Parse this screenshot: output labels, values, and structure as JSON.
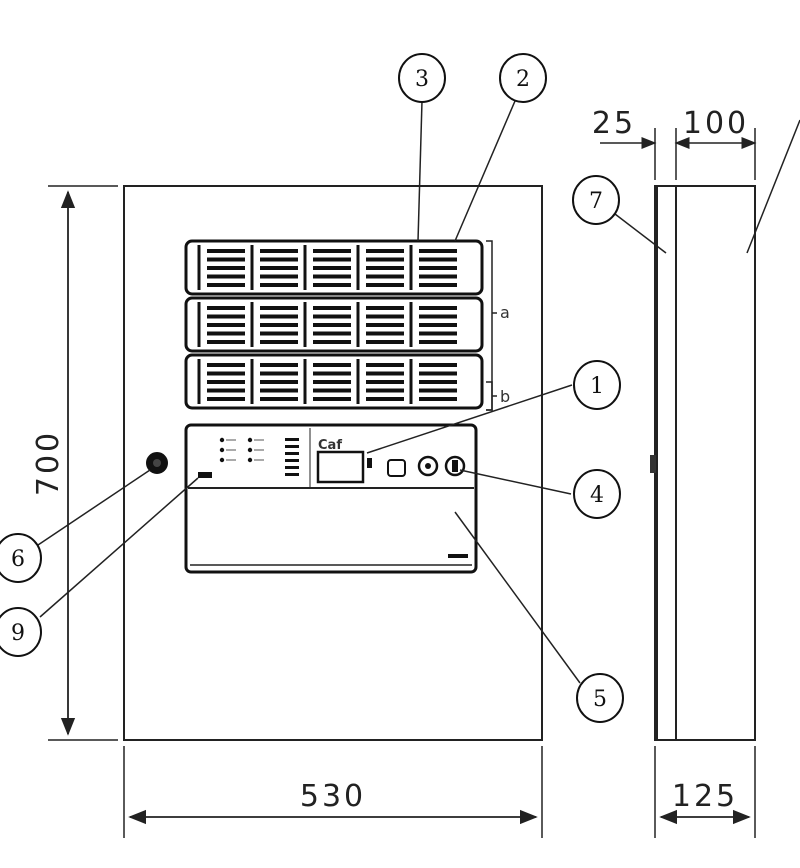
{
  "dimensions": {
    "height": "700",
    "width": "530",
    "depth_front": "25",
    "depth_body": "100",
    "depth_total": "125"
  },
  "callouts": [
    "1",
    "2",
    "3",
    "4",
    "5",
    "6",
    "7",
    "9"
  ],
  "bracket_labels": {
    "a": "a",
    "b": "b"
  },
  "panel_display": {
    "brand": "Caf"
  }
}
